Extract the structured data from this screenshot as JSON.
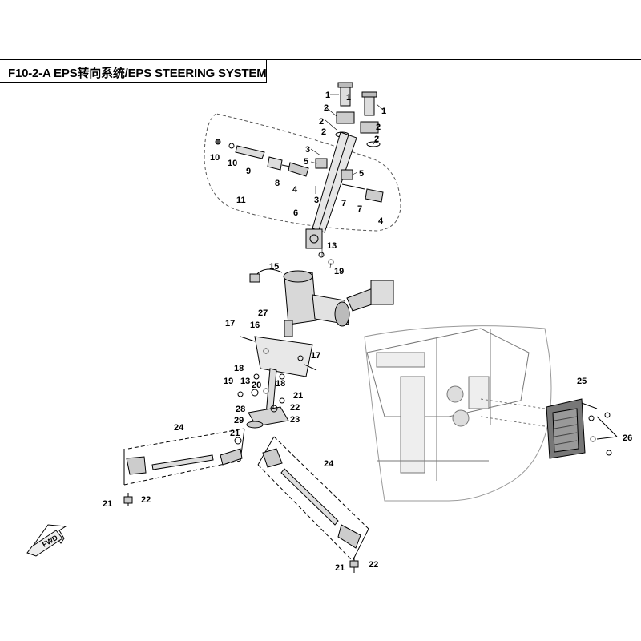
{
  "header": {
    "title": "F10-2-A EPS转向系统/EPS STEERING SYSTEM"
  },
  "diagram": {
    "fwd_label": "FWD",
    "callouts": [
      "1",
      "1",
      "1",
      "2",
      "2",
      "2",
      "2",
      "2",
      "3",
      "3",
      "4",
      "4",
      "5",
      "5",
      "6",
      "7",
      "7",
      "8",
      "9",
      "10",
      "10",
      "11",
      "13",
      "13",
      "15",
      "16",
      "17",
      "17",
      "18",
      "18",
      "19",
      "19",
      "20",
      "21",
      "21",
      "21",
      "21",
      "22",
      "22",
      "22",
      "23",
      "24",
      "24",
      "25",
      "26",
      "27",
      "28",
      "29"
    ]
  }
}
